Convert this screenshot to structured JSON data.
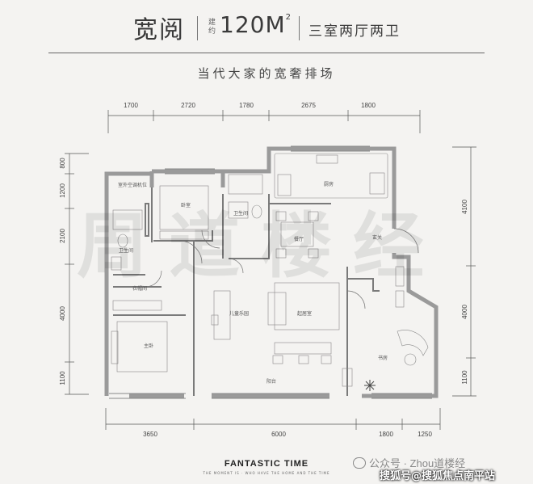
{
  "header": {
    "name": "宽阅",
    "area_note": "建约",
    "area": "120M",
    "area_sup": "2",
    "layout": "三室两厅两卫",
    "tagline": "当代大家的宽奢排场"
  },
  "dimensions": {
    "top": [
      "1700",
      "2720",
      "1780",
      "2675",
      "1800"
    ],
    "bottom": [
      "3650",
      "6000",
      "1800",
      "1250"
    ],
    "left": [
      "800",
      "1200",
      "2100",
      "4000",
      "1100"
    ],
    "right": [
      "4100",
      "4000",
      "1100"
    ]
  },
  "rooms": {
    "ac": "室外空调机位",
    "bedroom2": "卧室",
    "bath_main": "卫生间",
    "bath2": "卫生间",
    "kitchen": "厨房",
    "dining": "餐厅",
    "entry": "玄关",
    "wardrobe": "衣帽间",
    "master": "主卧",
    "kids": "儿童乐园",
    "living": "起居室",
    "balcony": "阳台",
    "study": "书房"
  },
  "watermark": "周道楼经",
  "footer": {
    "title": "FANTASTIC TIME",
    "subtitle": "THE MOMENT IS · WHO HAVE THE HOME AND THE TIME",
    "wechat": "公众号 · Zhou道楼经",
    "sohu": "搜狐号@搜狐焦点南平站"
  }
}
